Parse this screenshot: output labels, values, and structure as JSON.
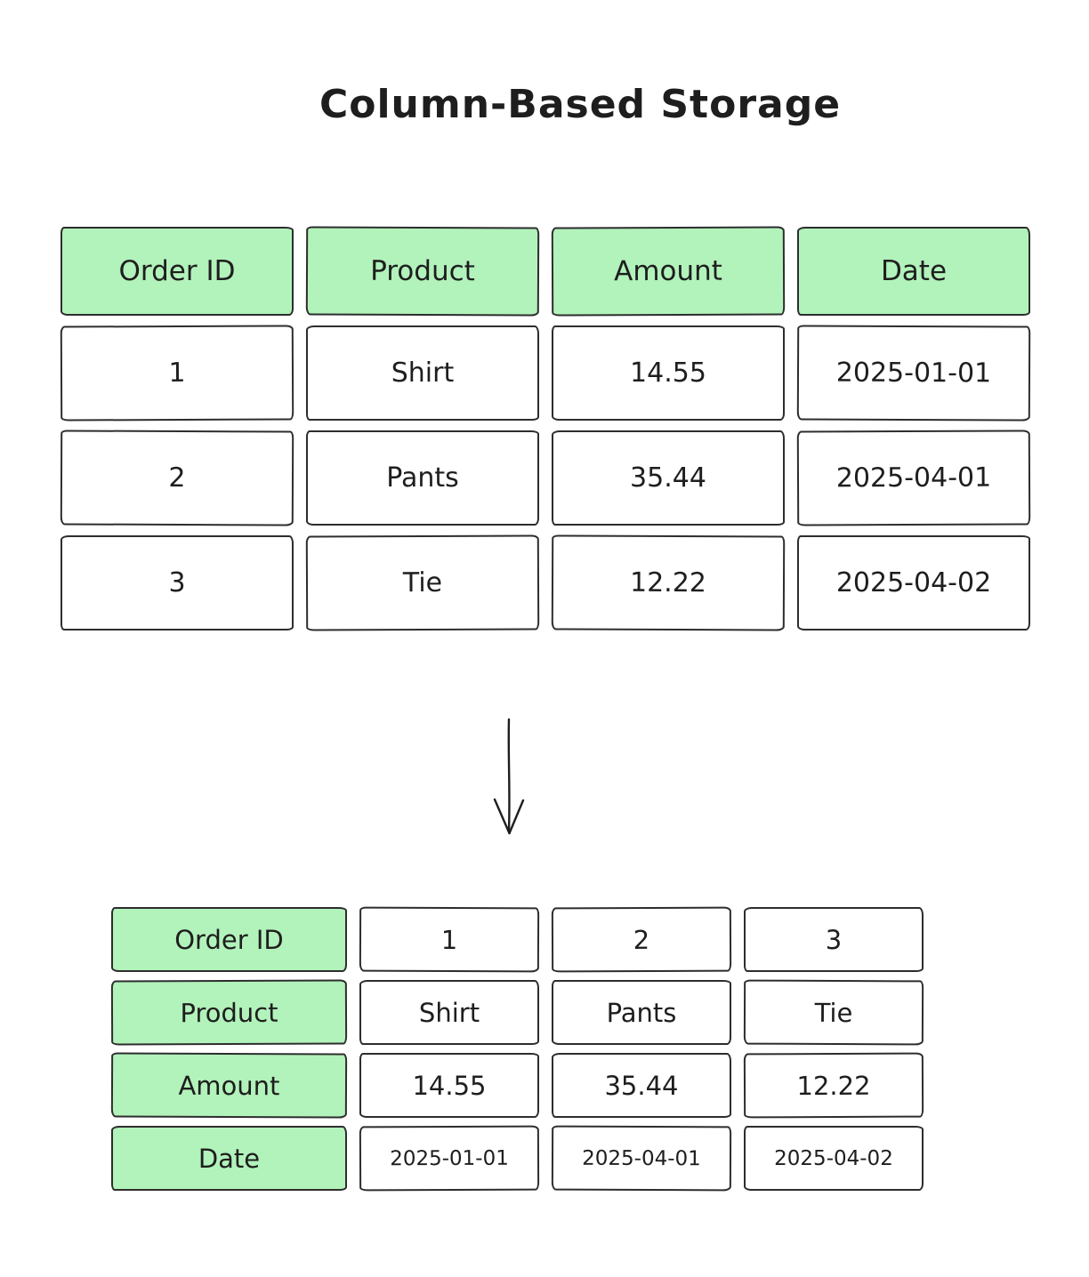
{
  "title": "Column-Based Storage",
  "colors": {
    "background": "#ffffff",
    "header_fill": "#b2f2bb",
    "ink": "#1e1e1e",
    "cell_border": "#2d2d2d"
  },
  "icons": {
    "transform_arrow": "down-arrow"
  },
  "row_table": {
    "headers": [
      "Order ID",
      "Product",
      "Amount",
      "Date"
    ],
    "rows": [
      [
        "1",
        "Shirt",
        "14.55",
        "2025-01-01"
      ],
      [
        "2",
        "Pants",
        "35.44",
        "2025-04-01"
      ],
      [
        "3",
        "Tie",
        "12.22",
        "2025-04-02"
      ]
    ]
  },
  "column_table": {
    "columns": [
      {
        "header": "Order ID",
        "values": [
          "1",
          "2",
          "3"
        ]
      },
      {
        "header": "Product",
        "values": [
          "Shirt",
          "Pants",
          "Tie"
        ]
      },
      {
        "header": "Amount",
        "values": [
          "14.55",
          "35.44",
          "12.22"
        ]
      },
      {
        "header": "Date",
        "values": [
          "2025-01-01",
          "2025-04-01",
          "2025-04-02"
        ]
      }
    ]
  }
}
